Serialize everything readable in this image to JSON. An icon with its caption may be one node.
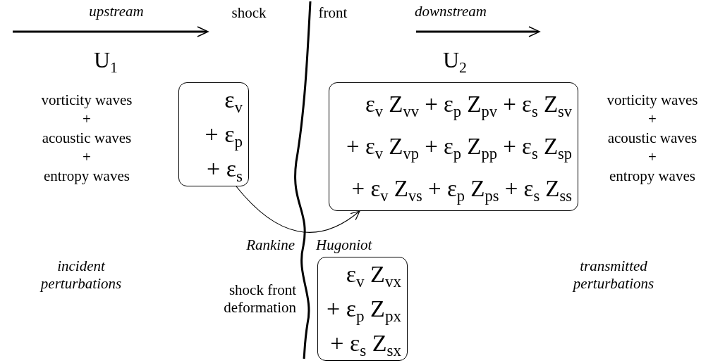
{
  "diagram": {
    "nodes": [
      {
        "text": [
          "ε$_{v}$",
          "+ ε$_{p}$",
          "+ ε$_{s}$"
        ]
      },
      {
        "text": [
          "ε$_{v}$ Z$_{vv}$ + ε$_{p}$ Z$_{pv}$ + ε$_{s}$ Z$_{sv}$",
          "+ ε$_{v}$ Z$_{vp}$ + ε$_{p}$ Z$_{pp}$ + ε$_{s}$ Z$_{sp}$",
          "+ ε$_{v}$ Z$_{vs}$ + ε$_{p}$ Z$_{ps}$ + ε$_{s}$ Z$_{ss}$"
        ]
      },
      {
        "text": [
          "ε$_{v}$ Z$_{vx}$",
          "+ ε$_{p}$ Z$_{px}$",
          "+ ε$_{s}$ Z$_{sx}$"
        ]
      }
    ],
    "edges": [
      {
        "from": 0,
        "to": 1,
        "arrow": "to"
      }
    ],
    "labels": [
      "upstream",
      "shock",
      "front",
      "downstream",
      "U$_{1}$",
      "U$_{2}$",
      "vorticity waves",
      "+",
      "acoustic waves",
      "+",
      "entropy waves",
      "vorticity waves",
      "+",
      "acoustic waves",
      "+",
      "entropy waves",
      "Rankine",
      "Hugoniot",
      "incident perturbations",
      "shock front deformation",
      "transmitted perturbations"
    ]
  }
}
